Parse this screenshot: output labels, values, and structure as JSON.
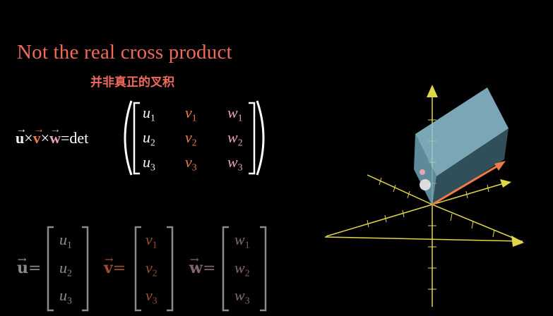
{
  "title": "Not the real cross product",
  "subtitle": "并非真正的叉积",
  "formula": {
    "u": "u",
    "v": "v",
    "w": "w",
    "times": "×",
    "equals": "=",
    "det": "det"
  },
  "matrix": {
    "rows": [
      [
        {
          "sym": "u",
          "idx": "1"
        },
        {
          "sym": "v",
          "idx": "1"
        },
        {
          "sym": "w",
          "idx": "1"
        }
      ],
      [
        {
          "sym": "u",
          "idx": "2"
        },
        {
          "sym": "v",
          "idx": "2"
        },
        {
          "sym": "w",
          "idx": "2"
        }
      ],
      [
        {
          "sym": "u",
          "idx": "3"
        },
        {
          "sym": "v",
          "idx": "3"
        },
        {
          "sym": "w",
          "idx": "3"
        }
      ]
    ]
  },
  "vectors": [
    {
      "name": "u",
      "equals": "=",
      "entries": [
        {
          "sym": "u",
          "idx": "1"
        },
        {
          "sym": "u",
          "idx": "2"
        },
        {
          "sym": "u",
          "idx": "3"
        }
      ]
    },
    {
      "name": "v",
      "equals": "=",
      "entries": [
        {
          "sym": "v",
          "idx": "1"
        },
        {
          "sym": "v",
          "idx": "2"
        },
        {
          "sym": "v",
          "idx": "3"
        }
      ]
    },
    {
      "name": "w",
      "equals": "=",
      "entries": [
        {
          "sym": "w",
          "idx": "1"
        },
        {
          "sym": "w",
          "idx": "2"
        },
        {
          "sym": "w",
          "idx": "3"
        }
      ]
    }
  ],
  "colors": {
    "title": "#f06a5b",
    "u": "#f2f2f2",
    "v": "#f07a45",
    "w": "#e6a6b8",
    "axis": "#e0d64a",
    "box": "#8fc3d6"
  }
}
